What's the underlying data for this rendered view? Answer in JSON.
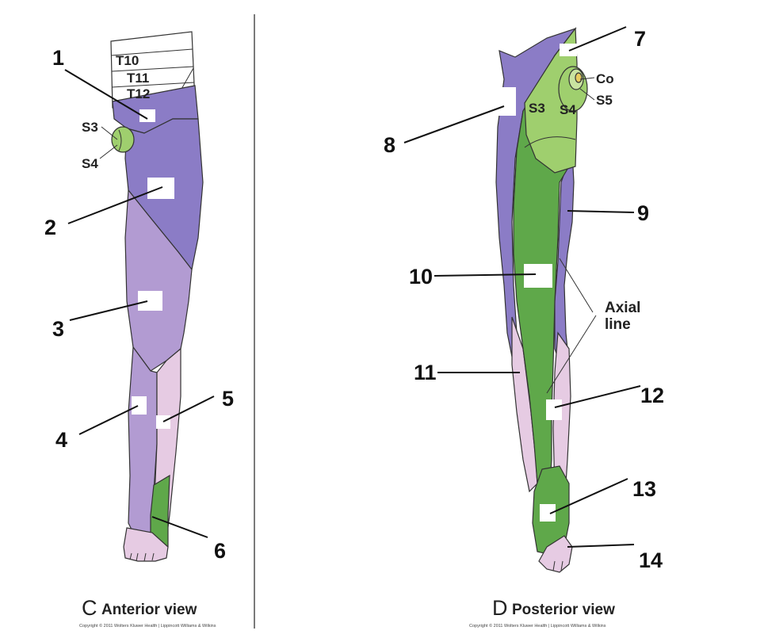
{
  "colors": {
    "dark_purple": "#8b7cc6",
    "medium_purple": "#b29bd2",
    "light_pink": "#e6cbe3",
    "light_green": "#9fcf6e",
    "dark_green": "#5fa84a",
    "background": "#ffffff"
  },
  "anterior": {
    "view_letter": "C",
    "view_title": "Anterior view",
    "copyright": "Copyright © 2011 Wolters Kluwer Health | Lippincott Williams & Wilkins",
    "segment_labels": [
      "T10",
      "T11",
      "T12"
    ],
    "dermatome_labels": [
      "S3",
      "S4"
    ],
    "callouts": [
      "1",
      "2",
      "3",
      "4",
      "5",
      "6"
    ]
  },
  "posterior": {
    "view_letter": "D",
    "view_title": "Posterior view",
    "copyright": "Copyright © 2011 Wolters Kluwer Health | Lippincott Williams & Wilkins",
    "dermatome_labels": [
      "Co",
      "S5",
      "S3",
      "S4"
    ],
    "axial_line_label": [
      "Axial",
      "line"
    ],
    "callouts": [
      "7",
      "8",
      "9",
      "10",
      "11",
      "12",
      "13",
      "14"
    ]
  }
}
